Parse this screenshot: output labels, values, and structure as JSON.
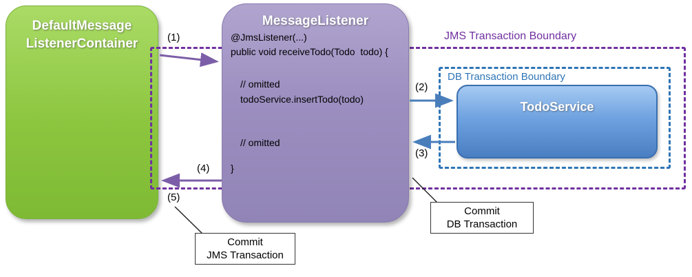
{
  "diagram": {
    "nodes": {
      "listener_container": {
        "title_line1": "DefaultMessage",
        "title_line2": "ListenerContainer"
      },
      "message_listener": {
        "title": "MessageListener",
        "code": [
          "@JmsListener(...)",
          "public void receiveTodo(Todo  todo) {",
          "// omitted",
          "todoService.insertTodo(todo)",
          "// omitted",
          "}"
        ]
      },
      "todo_service": {
        "title": "TodoService"
      }
    },
    "boundaries": {
      "jms": {
        "label": "JMS Transaction Boundary",
        "color": "#7030A0"
      },
      "db": {
        "label": "DB Transaction Boundary",
        "color": "#2E75B6"
      }
    },
    "step_labels": {
      "s1": "(1)",
      "s2": "(2)",
      "s3": "(3)",
      "s4": "(4)",
      "s5": "(5)"
    },
    "callouts": {
      "db_commit": {
        "line1": "Commit",
        "line2": "DB Transaction"
      },
      "jms_commit": {
        "line1": "Commit",
        "line2": "JMS Transaction"
      }
    },
    "colors": {
      "green_node": "#8CC63F",
      "purple_node": "#9C8FC0",
      "blue_node": "#5C93D6",
      "purple_arrow": "#7B5EA7",
      "blue_arrow": "#4A7EBB"
    }
  }
}
